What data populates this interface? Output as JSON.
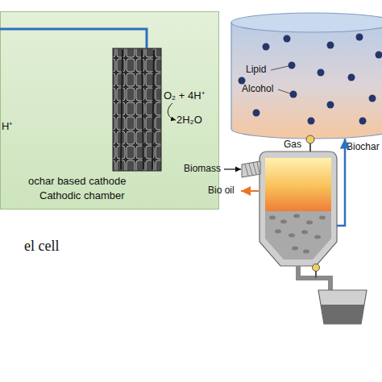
{
  "diagram": {
    "nodes": [
      {
        "text": [
          "Cathodic chamber"
        ]
      },
      {
        "text": [
          "ochar based cathode"
        ],
        "in": 0
      },
      {
        "text": [
          "Lipid",
          "Alcohol"
        ]
      },
      {
        "text": [
          "Gas"
        ]
      }
    ],
    "edges": [
      {
        "from": 3,
        "to": 2,
        "label": "Biochar",
        "arrow": "to"
      }
    ],
    "labels": [
      "H⁺",
      "O₂ + 4H⁺",
      "2H₂O",
      "el cell",
      "Biomass",
      "Bio oil"
    ]
  }
}
